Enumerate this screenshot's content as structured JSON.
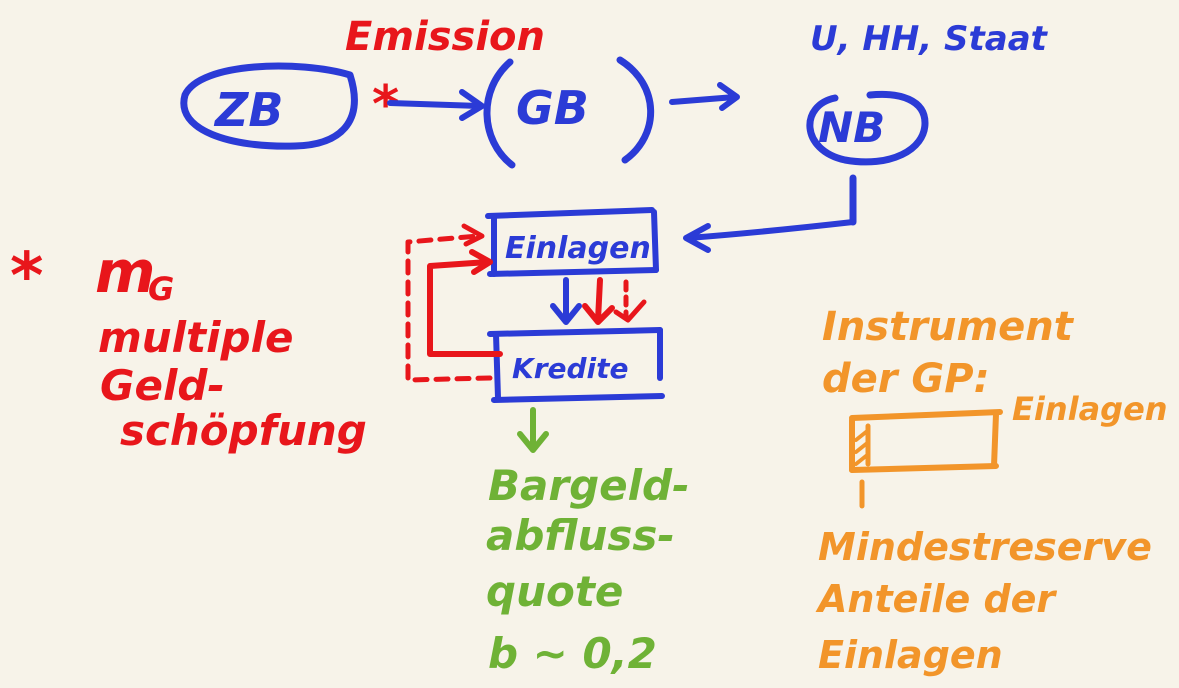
{
  "colors": {
    "background": "#f7f3e9",
    "blue": "#2b3bd6",
    "red": "#e8161b",
    "green": "#6fb236",
    "orange": "#f2952a"
  },
  "top": {
    "emission_label": "Emission",
    "zb": "ZB",
    "gb": "GB",
    "nb": "NB",
    "asterisk": "*",
    "nb_label": "U, HH, Staat"
  },
  "boxes": {
    "einlagen": "Einlagen",
    "kredite": "Kredite"
  },
  "left_note": {
    "asterisk": "*",
    "symbol": "m",
    "subscript": "G",
    "line1": "multiple",
    "line2": "Geld-",
    "line3": "schöpfung"
  },
  "green_note": {
    "line1": "Bargeld-",
    "line2": "abfluss-",
    "line3": "quote",
    "line4": "b ~ 0,2"
  },
  "orange_note": {
    "line1": "Instrument",
    "line2": "der GP:",
    "box_label": "Einlagen",
    "line3": "Mindestreserve",
    "line4": "Anteile der",
    "line5": "Einlagen"
  }
}
